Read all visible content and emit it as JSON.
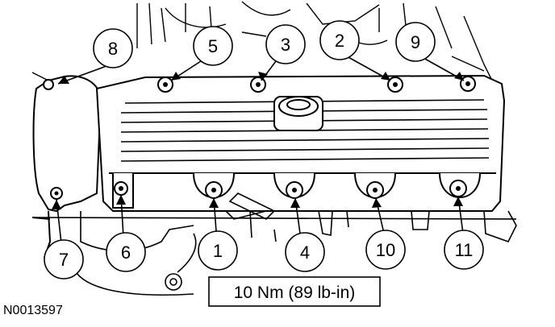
{
  "figure": {
    "id_label": "N0013597",
    "torque_spec": "10 Nm (89 lb-in)"
  },
  "callouts": [
    {
      "number": "1"
    },
    {
      "number": "2"
    },
    {
      "number": "3"
    },
    {
      "number": "4"
    },
    {
      "number": "5"
    },
    {
      "number": "6"
    },
    {
      "number": "7"
    },
    {
      "number": "8"
    },
    {
      "number": "9"
    },
    {
      "number": "10"
    },
    {
      "number": "11"
    }
  ],
  "colors": {
    "ink": "#000000",
    "paper": "#ffffff"
  }
}
